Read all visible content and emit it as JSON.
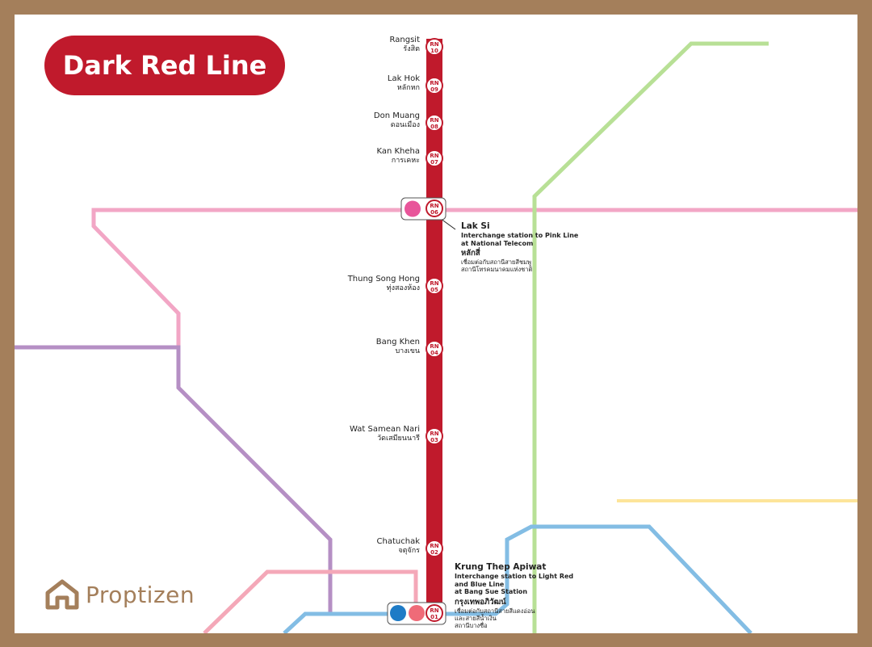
{
  "map": {
    "title": "Dark Red Line",
    "brand": {
      "name": "Proptizen",
      "logo_icon": "proptizen-house-icon"
    },
    "colors": {
      "dark_red": "#c01a2c",
      "pink": "#f2a6c5",
      "green": "#b8e096",
      "purple": "#b58fc4",
      "blue": "#83bde4",
      "yellow": "#fde59a",
      "light_red_pink": "#f4a8b8",
      "frame": "#a47f5b",
      "pink_dot": "#e8559a",
      "blue_dot": "#1e7bc6",
      "light_red_dot": "#ef6b78"
    },
    "stations": [
      {
        "code_top": "RN",
        "code_num": "10",
        "name_en": "Rangsit",
        "name_th": "รังสิต"
      },
      {
        "code_top": "RN",
        "code_num": "09",
        "name_en": "Lak Hok",
        "name_th": "หลักหก"
      },
      {
        "code_top": "RN",
        "code_num": "08",
        "name_en": "Don Muang",
        "name_th": "ดอนเมือง"
      },
      {
        "code_top": "RN",
        "code_num": "07",
        "name_en": "Kan Kheha",
        "name_th": "การเคหะ"
      },
      {
        "code_top": "RN",
        "code_num": "06",
        "name_en": "Lak Si",
        "name_th": "หลักสี่"
      },
      {
        "code_top": "RN",
        "code_num": "05",
        "name_en": "Thung Song Hong",
        "name_th": "ทุ่งสองห้อง"
      },
      {
        "code_top": "RN",
        "code_num": "04",
        "name_en": "Bang Khen",
        "name_th": "บางเขน"
      },
      {
        "code_top": "RN",
        "code_num": "03",
        "name_en": "Wat Samean Nari",
        "name_th": "วัดเสมียนนารี"
      },
      {
        "code_top": "RN",
        "code_num": "02",
        "name_en": "Chatuchak",
        "name_th": "จตุจักร"
      },
      {
        "code_top": "RN",
        "code_num": "01",
        "name_en": "Krung Thep Apiwat",
        "name_th": "กรุงเทพอภิวัฒน์"
      }
    ],
    "interchanges": {
      "lak_si": {
        "name": "Lak Si",
        "desc_1": "Interchange station to Pink Line",
        "desc_2": "at National Telecom",
        "th_name": "หลักสี่",
        "th_desc_1": "เชื่อมต่อกับสถานีสายสีชมพู",
        "th_desc_2": "สถานีโทรคมนาคมแห่งชาติ"
      },
      "krung_thep_apiwat": {
        "name": "Krung Thep Apiwat",
        "desc_1": "Interchange station to Light Red",
        "desc_2": "and Blue Line",
        "desc_3": "at Bang Sue Station",
        "th_name": "กรุงเทพอภิวัฒน์",
        "th_desc_1": "เชื่อมต่อกับสถานีสายสีแดงอ่อน",
        "th_desc_2": "และสายสีน้ำเงิน",
        "th_desc_3": "สถานีบางซื่อ"
      }
    }
  }
}
